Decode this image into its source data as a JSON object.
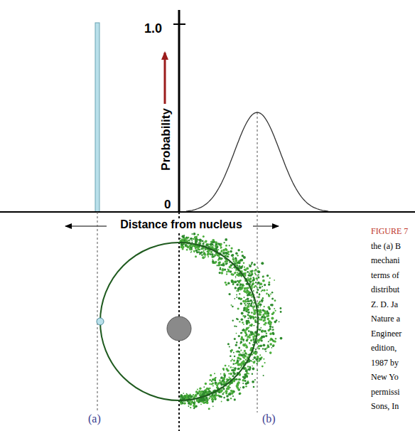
{
  "diagram": {
    "labels": [
      "1.0",
      "0",
      "Probability",
      "Distance from nucleus",
      "(a)",
      "(b)",
      "FIGURE 7",
      "the (a) B",
      "mechani",
      "terms of",
      "distribut",
      "Z. D. Ja",
      "Nature a",
      "Engineer",
      "edition,",
      "1987 by",
      "New Yo",
      "permissi",
      "Sons, In"
    ]
  }
}
